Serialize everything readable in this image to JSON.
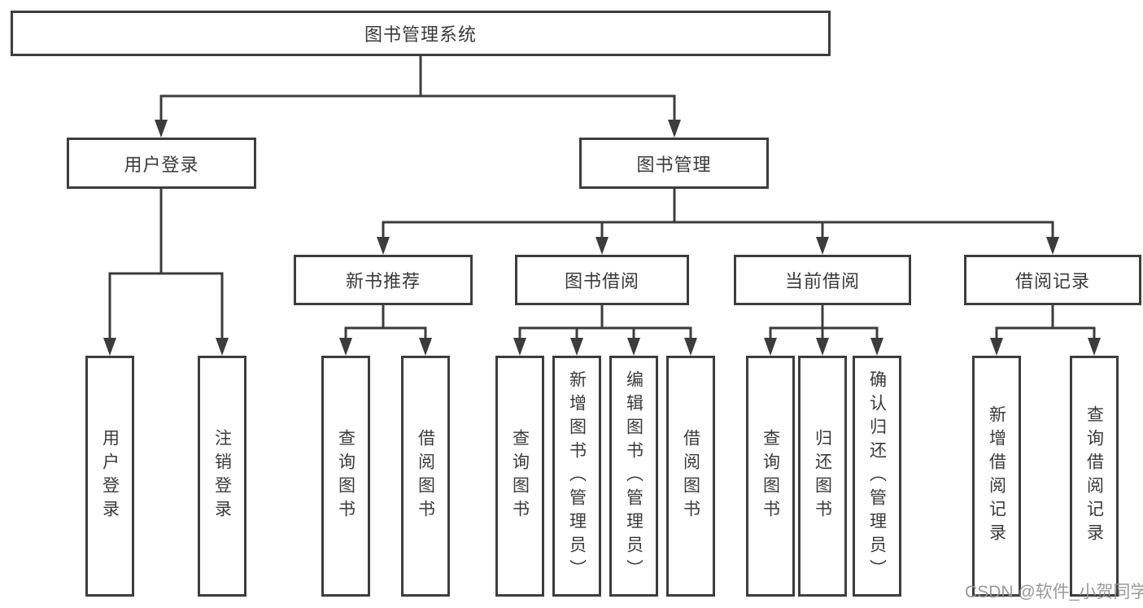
{
  "tree": {
    "root": {
      "label": "图书管理系统"
    },
    "branches": [
      {
        "label": "用户登录",
        "children": [
          {
            "label": "用户登录"
          },
          {
            "label": "注销登录"
          }
        ]
      },
      {
        "label": "图书管理",
        "sections": [
          {
            "label": "新书推荐",
            "children": [
              {
                "label": "查询图书"
              },
              {
                "label": "借阅图书"
              }
            ]
          },
          {
            "label": "图书借阅",
            "children": [
              {
                "label": "查询图书"
              },
              {
                "label": "新增图书（管理员）"
              },
              {
                "label": "编辑图书（管理员）"
              },
              {
                "label": "借阅图书"
              }
            ]
          },
          {
            "label": "当前借阅",
            "children": [
              {
                "label": "查询图书"
              },
              {
                "label": "归还图书"
              },
              {
                "label": "确认归还（管理员）"
              }
            ]
          },
          {
            "label": "借阅记录",
            "children": [
              {
                "label": "新增借阅记录"
              },
              {
                "label": "查询借阅记录"
              }
            ]
          }
        ]
      }
    ]
  },
  "watermark": {
    "text": "CSDN @软件_小贺同学"
  },
  "colors": {
    "line": "#3c3c3c",
    "watermark": "#949494"
  }
}
